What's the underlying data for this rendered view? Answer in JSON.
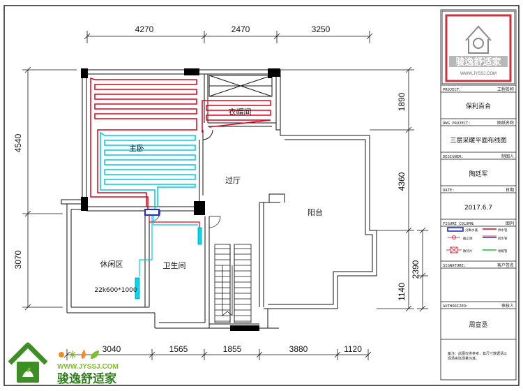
{
  "drawing": {
    "top_dims": [
      "4270",
      "2470",
      "3250"
    ],
    "bottom_dims": [
      "3040",
      "1565",
      "1855",
      "3880",
      "1120"
    ],
    "left_dims": [
      "4540",
      "3070"
    ],
    "right_dims": [
      "1890",
      "4360",
      "2390",
      "1140"
    ],
    "rooms": {
      "walk_in_closet": "衣帽间",
      "master_bedroom": "主卧",
      "hallway": "过厅",
      "balcony": "阳台",
      "lounge": "休闲区",
      "bathroom": "卫生间"
    },
    "radiator_spec": "22k600*1000"
  },
  "title_block": {
    "project": {
      "label": "PROJECT:",
      "cn": "工程名称",
      "value": "保利百合"
    },
    "drawing": {
      "label": "DWG PROJECT:",
      "cn": "图纸名称",
      "value": "三层采暖平面布线图"
    },
    "designer": {
      "label": "DESIGNER:",
      "cn": "制图人",
      "value": "陶廷军"
    },
    "date": {
      "label": "DATE:",
      "cn": "日期",
      "value": "2017.6.7"
    },
    "figure": {
      "label": "FIGURE COLUMN:",
      "cn": "图列"
    },
    "legend": {
      "supply_pipe": "供水管",
      "return_pipe": "回水管",
      "manifold": "分集水器",
      "valve": "截止阀",
      "radiator": "散热片",
      "heating_pipe": "地暖管"
    },
    "signature": {
      "label": "SIGNATURE:",
      "cn": "客户签名"
    },
    "authorized": {
      "label": "AUTHORIZED:",
      "cn": "审核人",
      "value": "周宣丞"
    },
    "note": [
      "备注：此图仅供参考，其尺寸数据请以",
      "现场实际测量为准。"
    ],
    "logo": {
      "name": "骏逸舒适家",
      "url": "WWW.JYSSJ.COM"
    }
  },
  "watermark": {
    "name": "骏逸舒适家",
    "url": "WWW.JYSSJ.COM"
  },
  "colors": {
    "wall": "#000000",
    "line": "#111111",
    "supply_red": "#e0001a",
    "return_cyan": "#00c8e8",
    "manifold_blue": "#1d2bd6",
    "brand_green": "#3d8f25",
    "brand_lime": "#7cbf2a"
  }
}
